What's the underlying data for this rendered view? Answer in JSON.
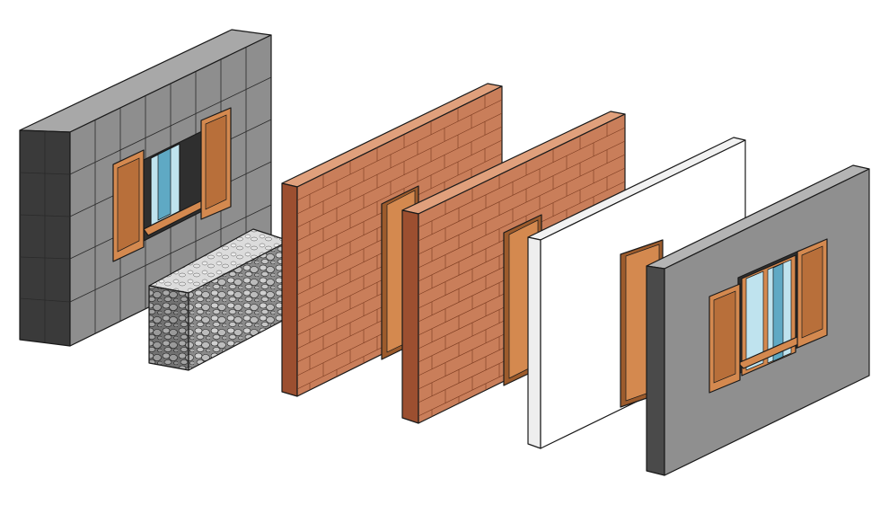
{
  "colors": {
    "background": "#ffffff",
    "stone_face": "#8e8e8e",
    "stone_side": "#3a3a3a",
    "stone_top": "#a8a8a8",
    "rubble_face": "#8a8a8a",
    "rubble_top": "#d9d9d9",
    "brick_face": "#c97e5a",
    "brick_side": "#9c4f30",
    "brick_top": "#e0a07c",
    "plaster_face": "#ffffff",
    "plaster_side": "#f2f2f2",
    "render_face": "#8f8f8f",
    "render_side": "#4a4a4a",
    "render_top": "#b4b4b4",
    "timber": "#d4894f",
    "timber_dark": "#9c5b2c",
    "glass": "#bfe3ee",
    "glass_dark": "#5fa9c4"
  },
  "layers": [
    {
      "name": "stone-cladding-layer"
    },
    {
      "name": "rubble-masonry-layer"
    },
    {
      "name": "brick-outer-leaf-layer"
    },
    {
      "name": "brick-inner-leaf-layer"
    },
    {
      "name": "plaster-layer"
    },
    {
      "name": "rendered-wall-layer"
    }
  ]
}
